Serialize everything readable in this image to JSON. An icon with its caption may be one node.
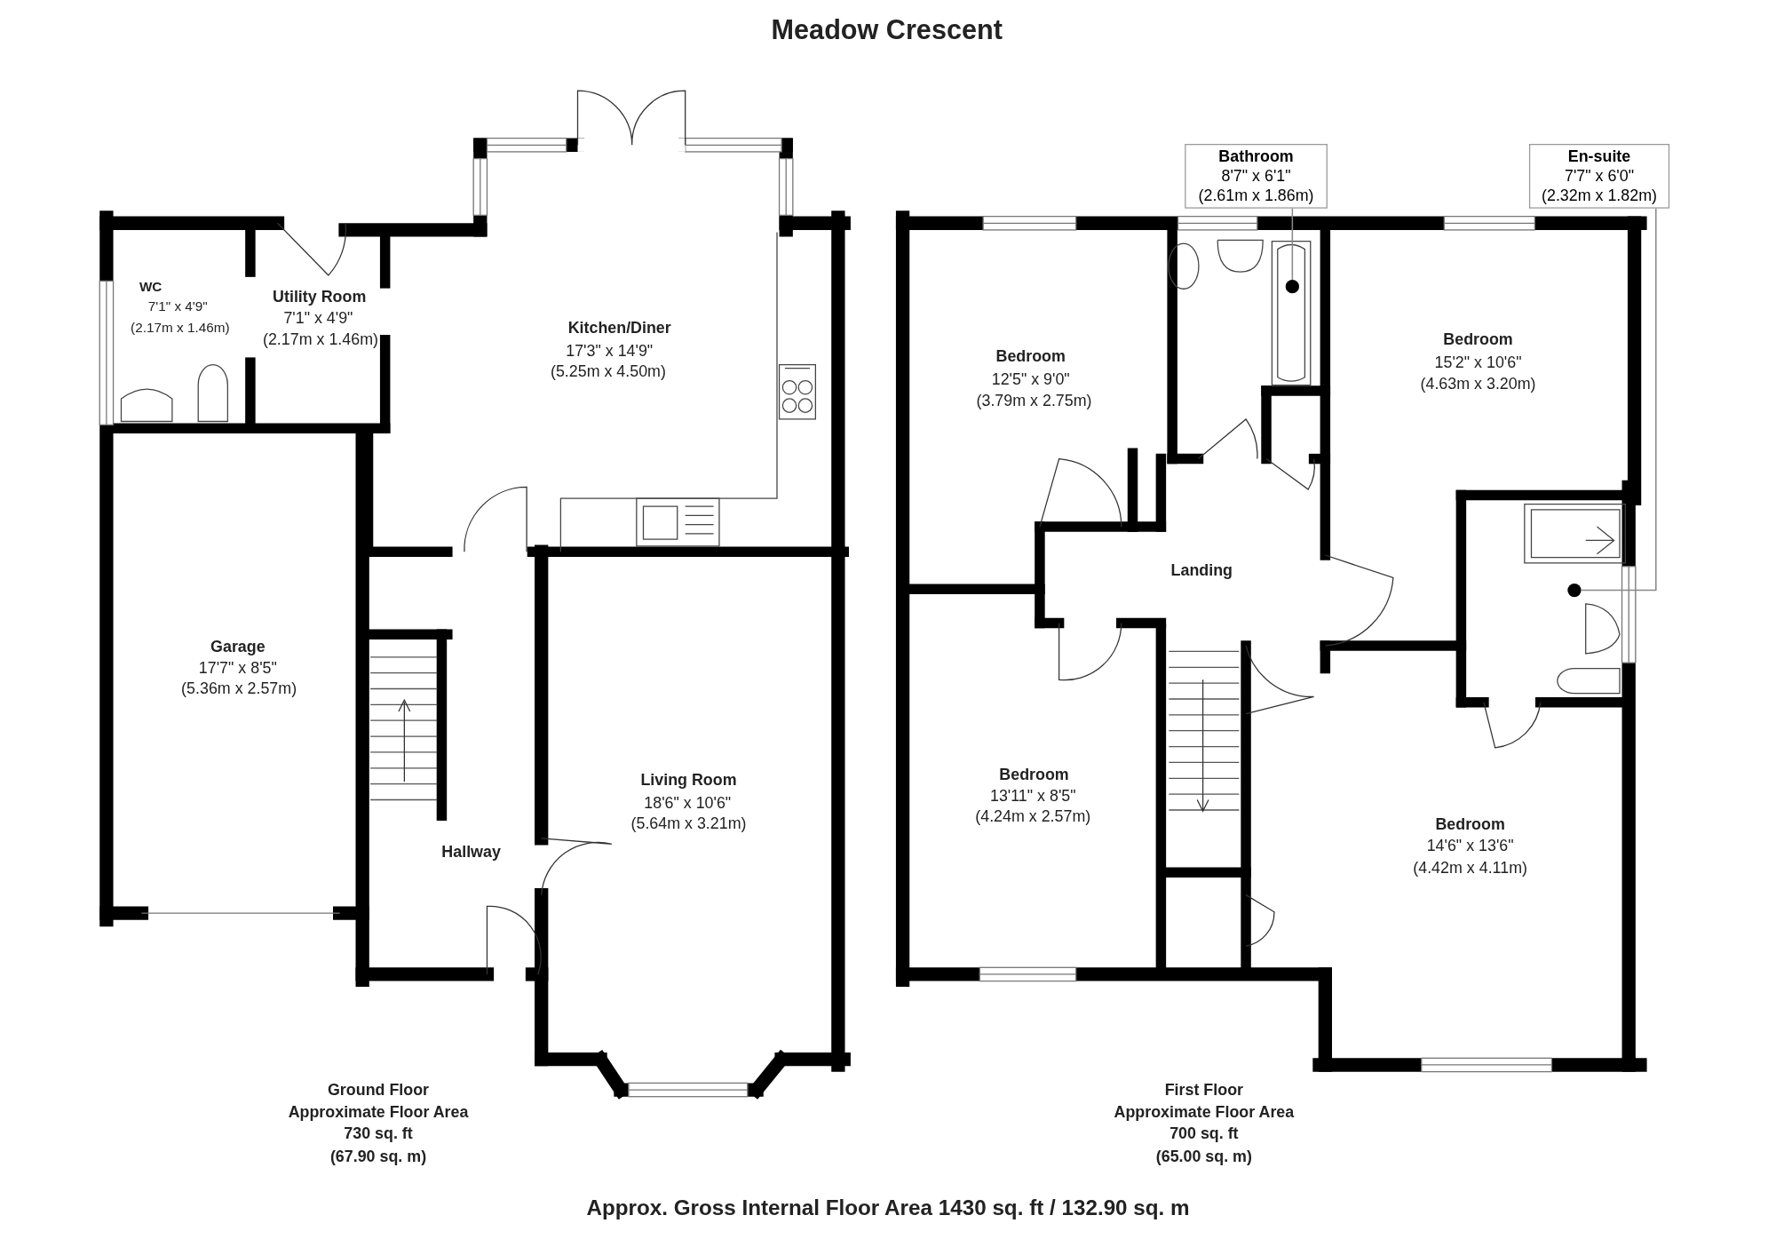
{
  "diagram": {
    "title": "Meadow Crescent",
    "caption": "Approx. Gross Internal Floor Area 1430 sq. ft / 132.90 sq. m",
    "nodes": [
      {
        "text": [
          "Bathroom",
          "8'7\" x 6'1\"",
          "(2.61m x 1.86m)"
        ]
      },
      {
        "text": [],
        "shape": "circle"
      },
      {
        "text": [
          "En-suite",
          "7'7\" x 6'0\"",
          "(2.32m x 1.82m)"
        ]
      },
      {
        "text": [],
        "shape": "circle"
      }
    ],
    "edges": [
      {
        "from": 0,
        "to": 1,
        "arrow": "none"
      },
      {
        "from": 2,
        "to": 3,
        "arrow": "none"
      }
    ],
    "labels": [
      "WC",
      "7'1\" x 4'9\"",
      "(2.17m x 1.46m)",
      "Utility Room",
      "7'1\" x 4'9\"",
      "(2.17m x 1.46m)",
      "Kitchen/Diner",
      "17'3\" x 14'9\"",
      "(5.25m x 4.50m)",
      "Bedroom",
      "12'5\" x 9'0\"",
      "(3.79m x 2.75m)",
      "Bedroom",
      "15'2\" x 10'6\"",
      "(4.63m x 3.20m)",
      "Garage",
      "17'7\" x 8'5\"",
      "(5.36m x 2.57m)",
      "Landing",
      "Living Room",
      "18'6\" x 10'6\"",
      "(5.64m x 3.21m)",
      "Bedroom",
      "13'11\" x 8'5\"",
      "(4.24m x 2.57m)",
      "Hallway",
      "Bedroom",
      "14'6\" x 13'6\"",
      "(4.42m x 4.11m)",
      "Ground Floor",
      "Approximate Floor Area",
      "730 sq. ft",
      "(67.90 sq. m)",
      "First Floor",
      "Approximate Floor Area",
      "700 sq. ft",
      "(65.00 sq. m)"
    ]
  }
}
